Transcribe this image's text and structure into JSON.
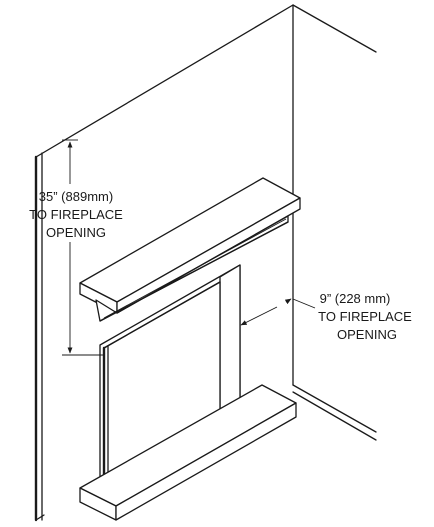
{
  "annotations": {
    "height": {
      "line1": "35” (889mm)",
      "line2": "TO FIREPLACE",
      "line3": "OPENING"
    },
    "side": {
      "line1": "9” (228 mm)",
      "line2": "TO FIREPLACE",
      "line3": "OPENING"
    }
  }
}
